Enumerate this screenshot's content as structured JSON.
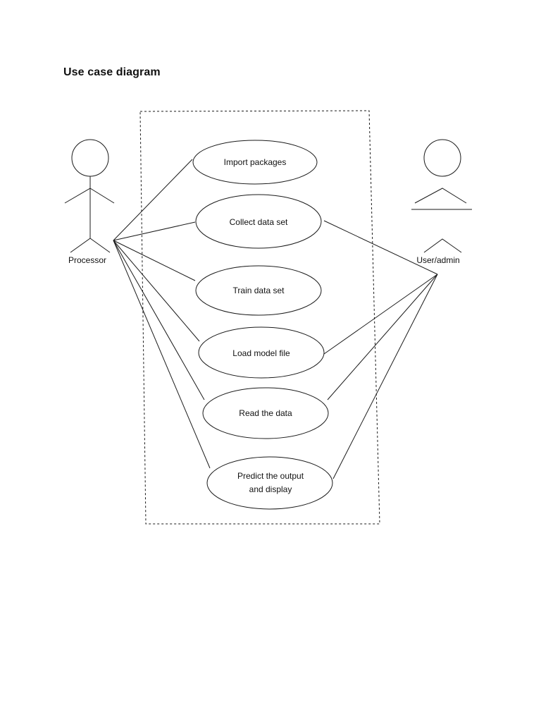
{
  "title": "Use case diagram",
  "actors": {
    "processor": {
      "label": "Processor"
    },
    "user": {
      "label": "User/admin"
    }
  },
  "use_cases": [
    {
      "id": "import",
      "lines": [
        "Import packages"
      ]
    },
    {
      "id": "collect",
      "lines": [
        "Collect data set"
      ]
    },
    {
      "id": "train",
      "lines": [
        "Train data set"
      ]
    },
    {
      "id": "load",
      "lines": [
        "Load model file"
      ]
    },
    {
      "id": "read",
      "lines": [
        "Read the data"
      ]
    },
    {
      "id": "predict",
      "lines": [
        "Predict the output",
        "and display"
      ]
    }
  ],
  "associations": {
    "processor": [
      "import",
      "collect",
      "train",
      "load",
      "read",
      "predict"
    ],
    "user": [
      "collect",
      "load",
      "read",
      "predict"
    ]
  },
  "colors": {
    "stroke": "#1a1a1a",
    "text": "#111111",
    "background": "#ffffff"
  }
}
